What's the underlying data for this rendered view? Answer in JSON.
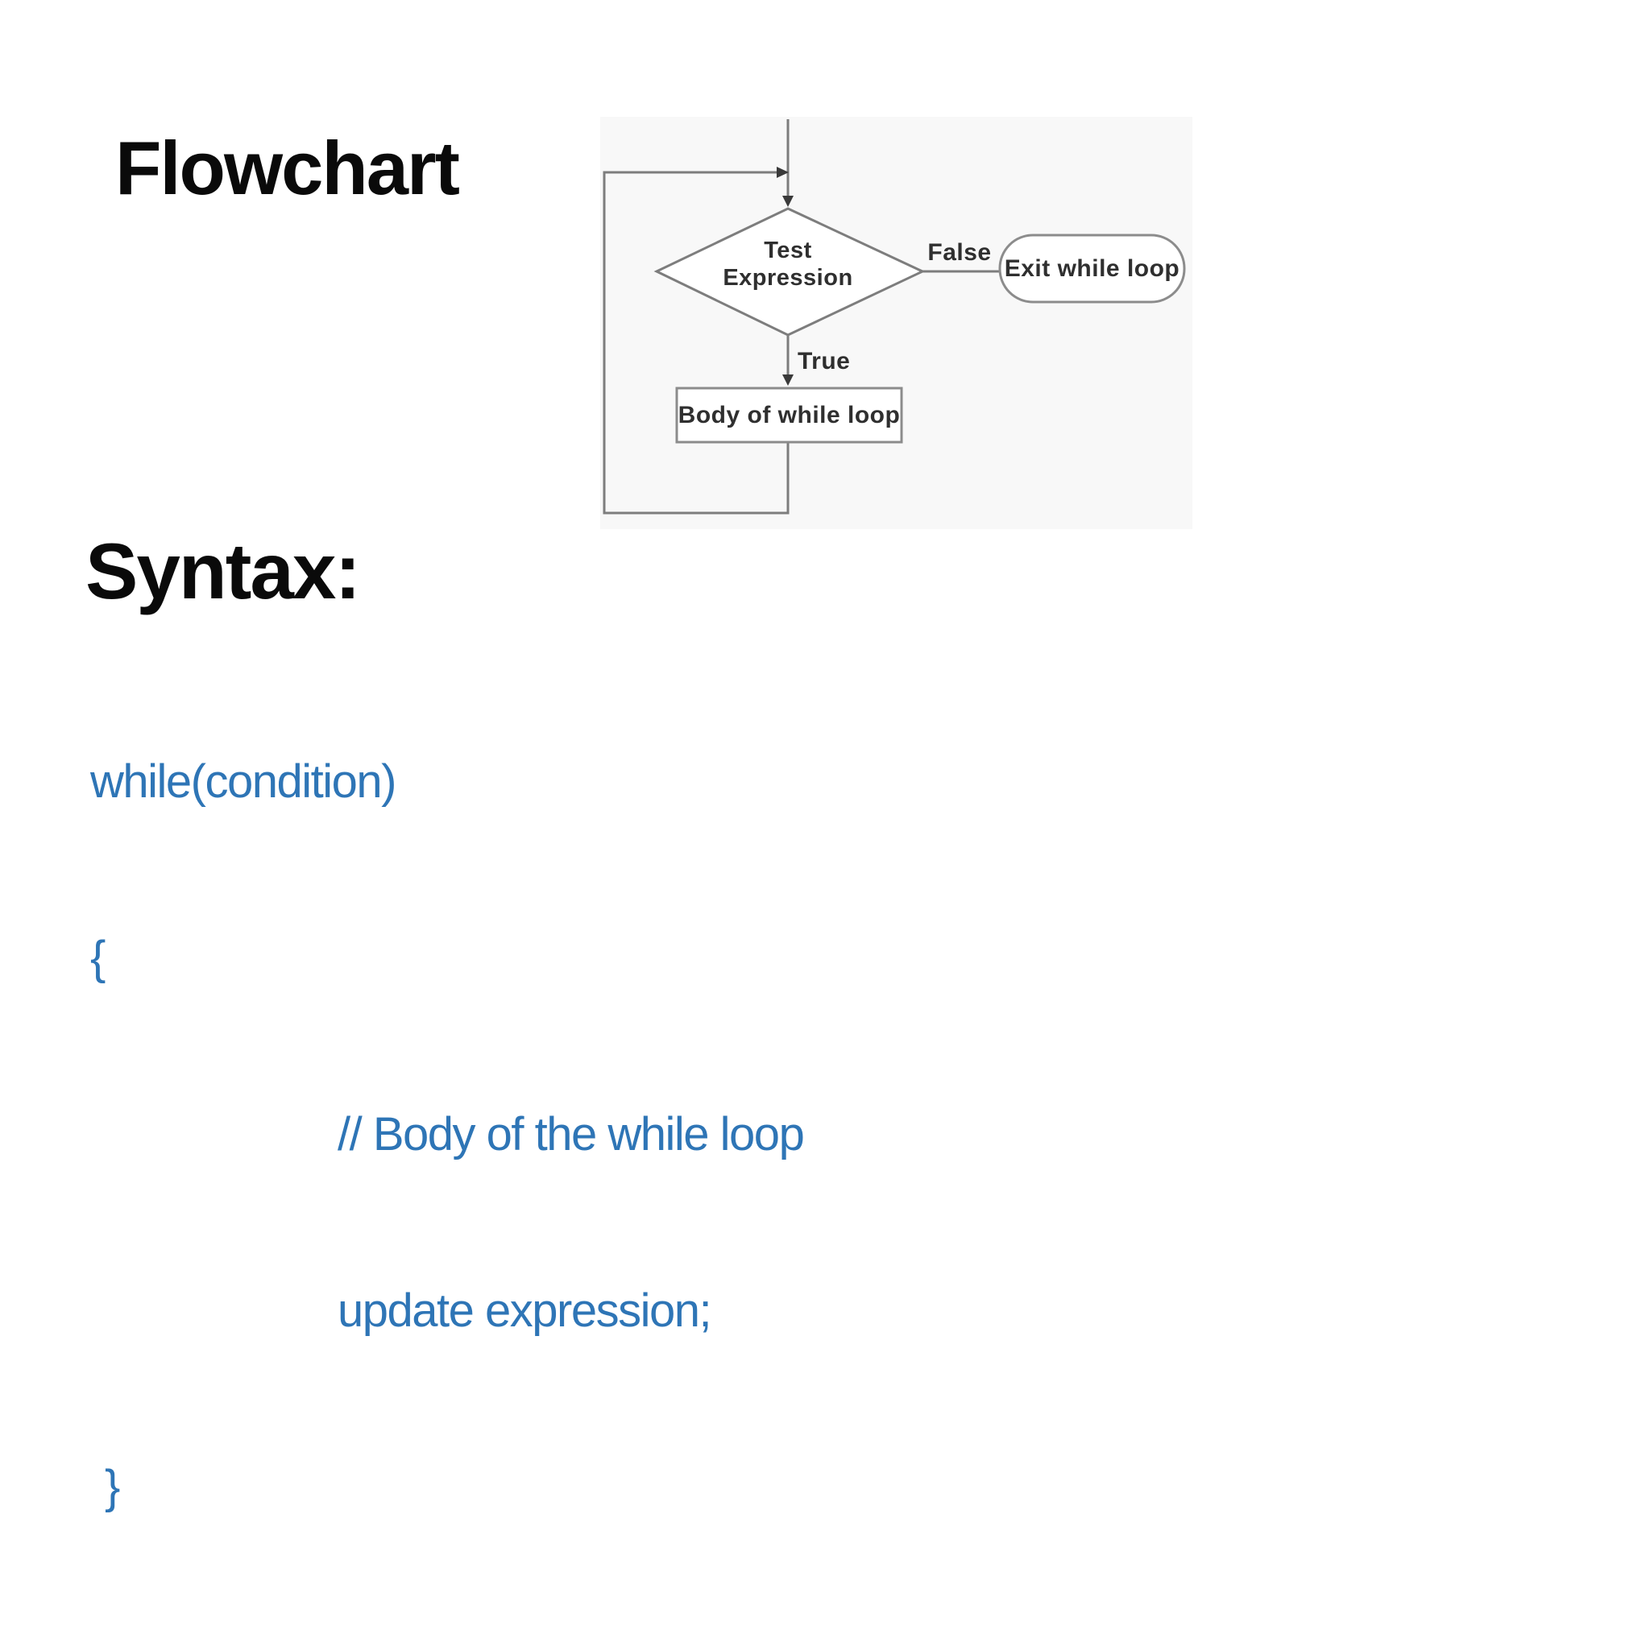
{
  "slide": {
    "title": "Flowchart",
    "syntax_heading": "Syntax:",
    "code_color": "#2e75b6",
    "heading_color": "#0a0a0a",
    "code_lines": [
      "while(condition)",
      "{",
      "// Body of the while loop",
      "update expression;",
      "}"
    ]
  },
  "flowchart": {
    "decision": {
      "shape": "diamond",
      "line1": "Test",
      "line2": "Expression"
    },
    "exit_node": {
      "shape": "terminator",
      "label": "Exit while loop"
    },
    "body_node": {
      "shape": "rectangle",
      "label": "Body of while loop"
    },
    "edge_labels": {
      "false": "False",
      "true": "True"
    },
    "colors": {
      "line": "#7d7d7d",
      "arrow": "#3a3a3a",
      "node_text": "#2f2f2f",
      "node_fill": "#ffffff",
      "scan_background": "#f8f8f8"
    }
  }
}
